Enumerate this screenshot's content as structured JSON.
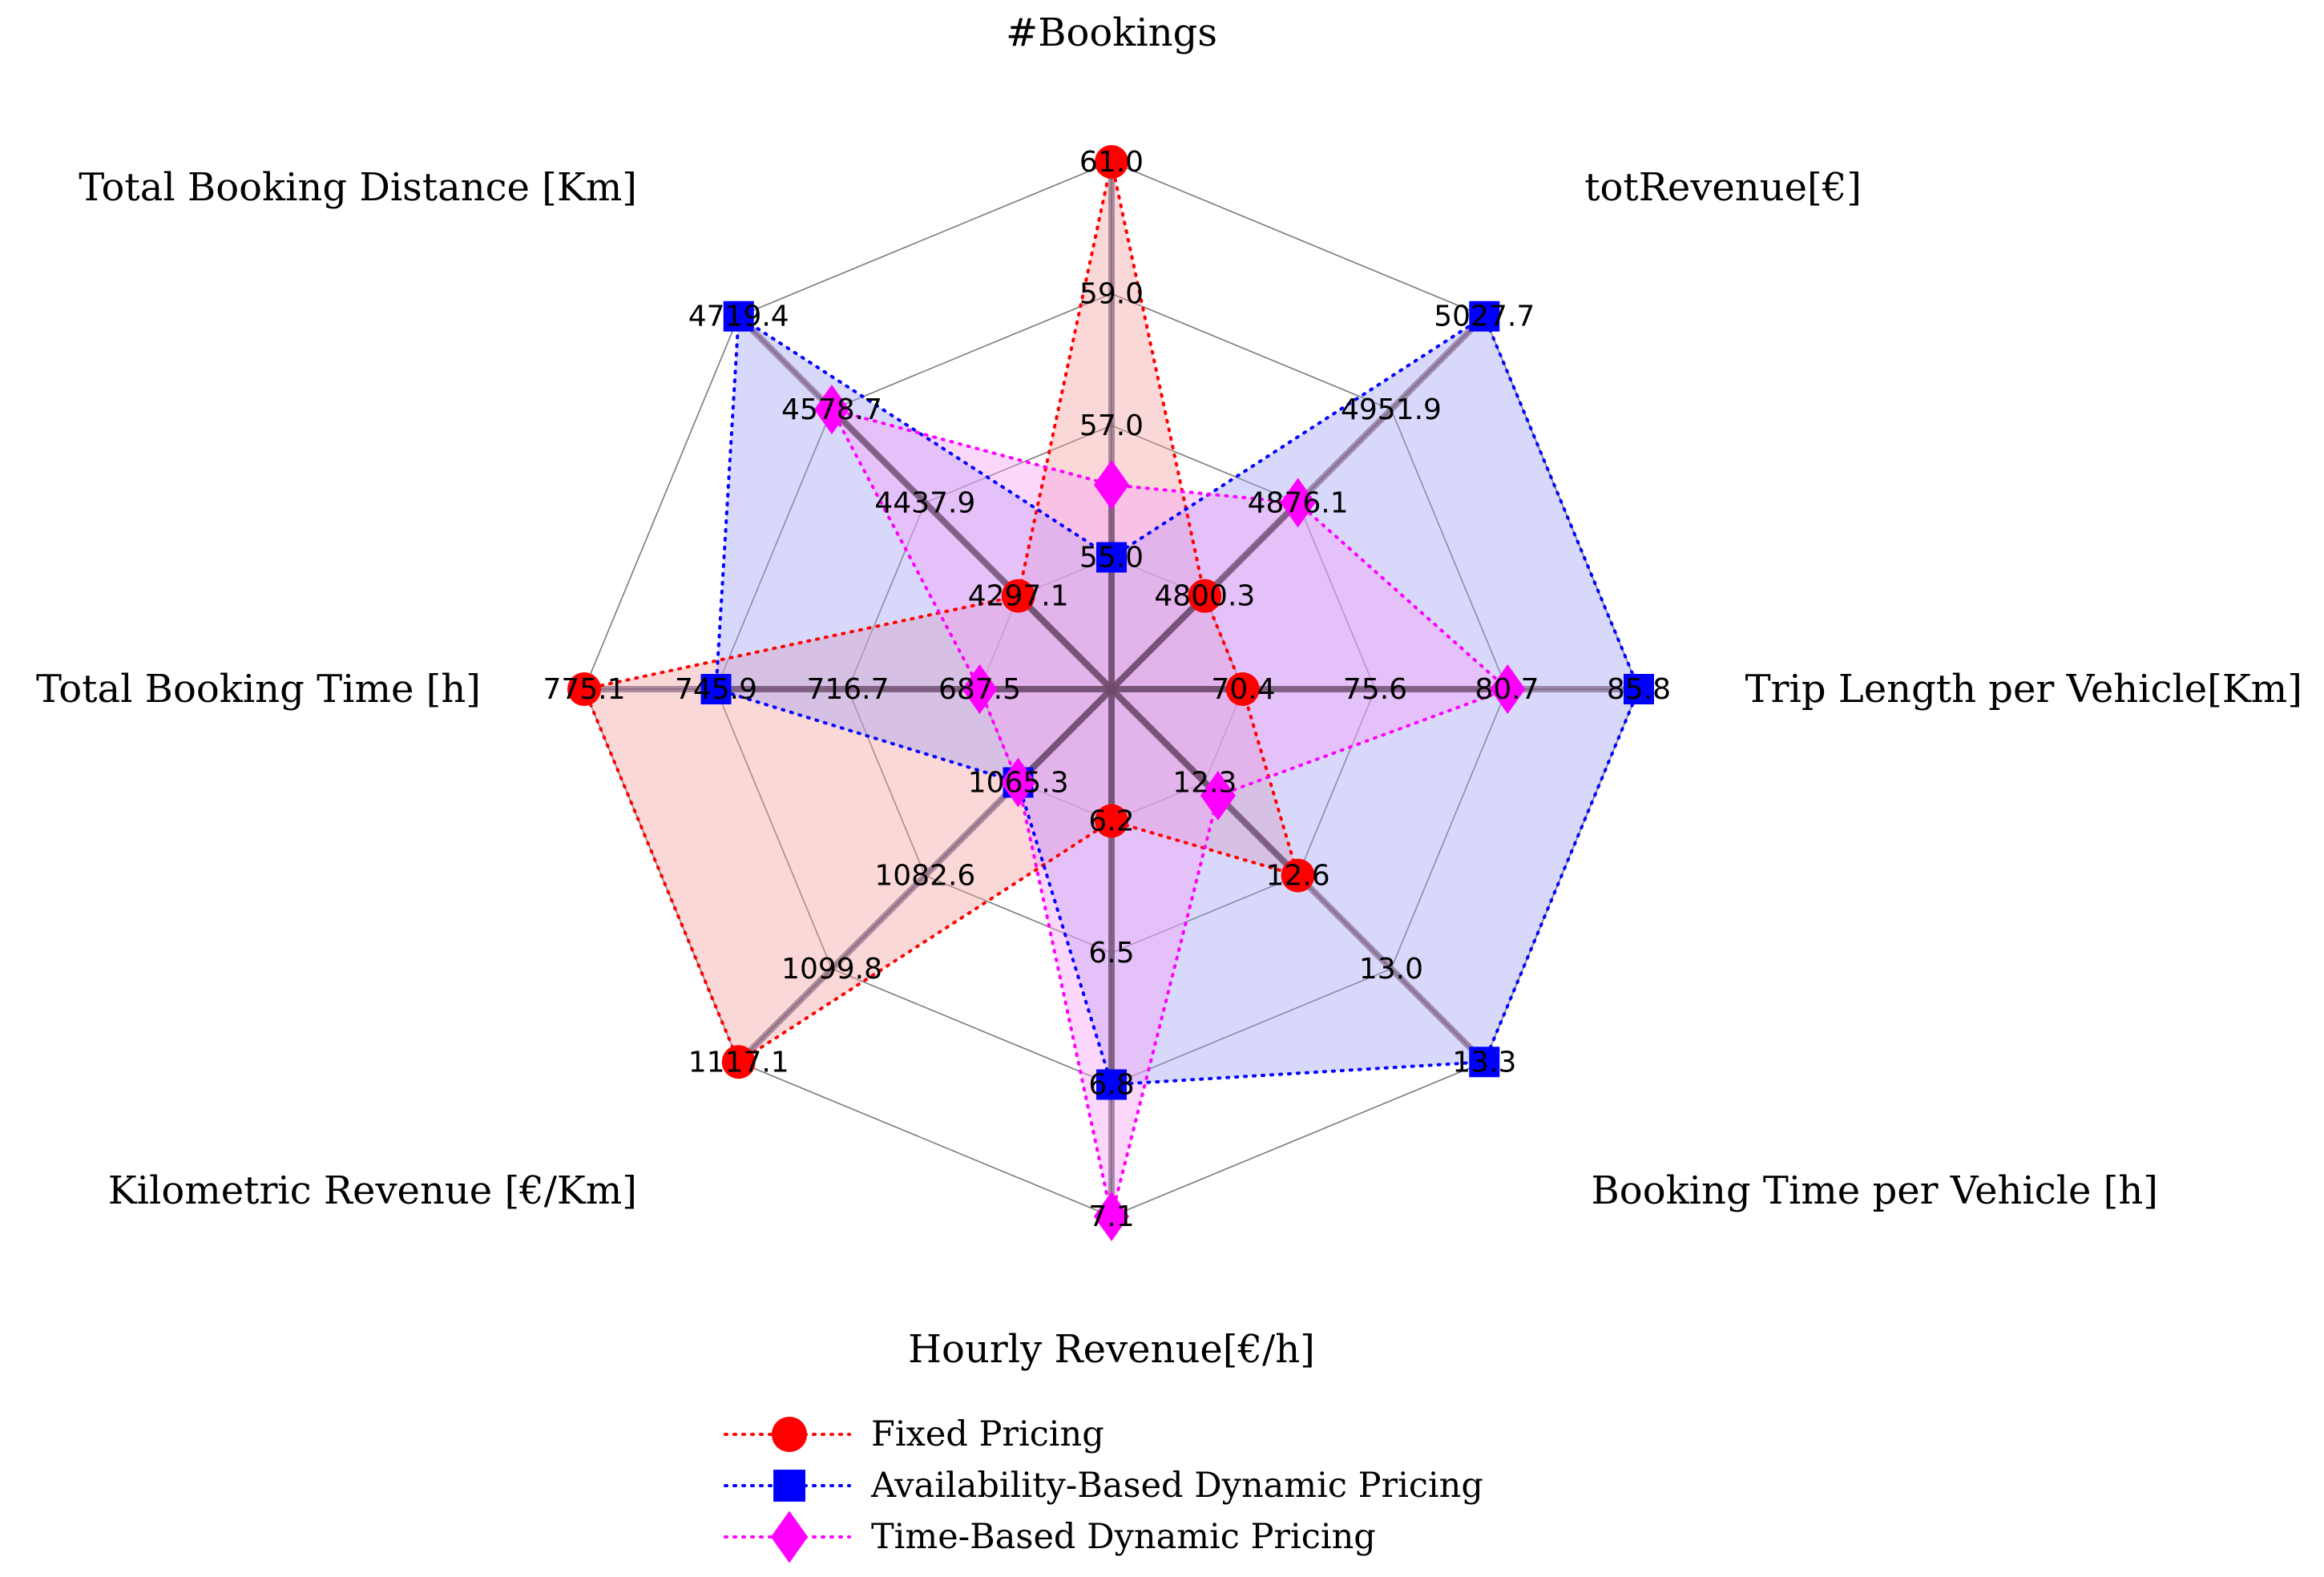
{
  "chart_data": {
    "type": "radar",
    "axes": [
      {
        "label": "#Bookings",
        "ticks": [
          "55.0",
          "57.0",
          "59.0",
          "61.0"
        ],
        "min": 53.0,
        "max": 61.0
      },
      {
        "label": "totRevenue[€]",
        "ticks": [
          "4800.3",
          "4876.1",
          "4951.9",
          "5027.7"
        ],
        "min": 4724.5,
        "max": 5027.7
      },
      {
        "label": "Trip Length per Vehicle[Km]",
        "ticks": [
          "70.4",
          "75.6",
          "80.7",
          "85.8"
        ],
        "min": 65.3,
        "max": 85.8
      },
      {
        "label": "Booking Time per Vehicle [h]",
        "ticks": [
          "12.3",
          "12.6",
          "13.0",
          "13.3"
        ],
        "min": 11.9,
        "max": 13.3
      },
      {
        "label": "Hourly Revenue[€/h]",
        "ticks": [
          "6.2",
          "6.5",
          "6.8",
          "7.1"
        ],
        "min": 5.9,
        "max": 7.1
      },
      {
        "label": "Kilometric Revenue [€/Km]",
        "ticks": [
          "1065.3",
          "1082.6",
          "1099.8",
          "1117.1"
        ],
        "min": 1048.0,
        "max": 1117.1
      },
      {
        "label": "Total Booking Time [h]",
        "ticks": [
          "687.5",
          "716.7",
          "745.9",
          "775.1"
        ],
        "min": 658.3,
        "max": 775.1
      },
      {
        "label": "Total Booking Distance [Km]",
        "ticks": [
          "4297.1",
          "4437.9",
          "4578.7",
          "4719.4"
        ],
        "min": 4156.3,
        "max": 4719.4
      }
    ],
    "series": [
      {
        "name": "Fixed Pricing",
        "marker": "circle",
        "color": "#ff0000",
        "fill": "#f5a3a3",
        "values": [
          61.0,
          4800.3,
          70.4,
          12.6,
          6.2,
          1117.1,
          775.1,
          4297.1
        ]
      },
      {
        "name": "Availability-Based Dynamic Pricing",
        "marker": "square",
        "color": "#0000ff",
        "fill": "#a3a3f5",
        "values": [
          55.0,
          5027.7,
          85.8,
          13.3,
          6.8,
          1065.3,
          745.9,
          4719.4
        ]
      },
      {
        "name": "Time-Based Dynamic Pricing",
        "marker": "diamond",
        "color": "#ff00ff",
        "fill": "#f5a3f5",
        "values": [
          56.1,
          4876.1,
          80.7,
          12.3,
          7.1,
          1065.3,
          687.5,
          4578.7
        ]
      }
    ],
    "legend_position": "bottom",
    "grid": true
  }
}
